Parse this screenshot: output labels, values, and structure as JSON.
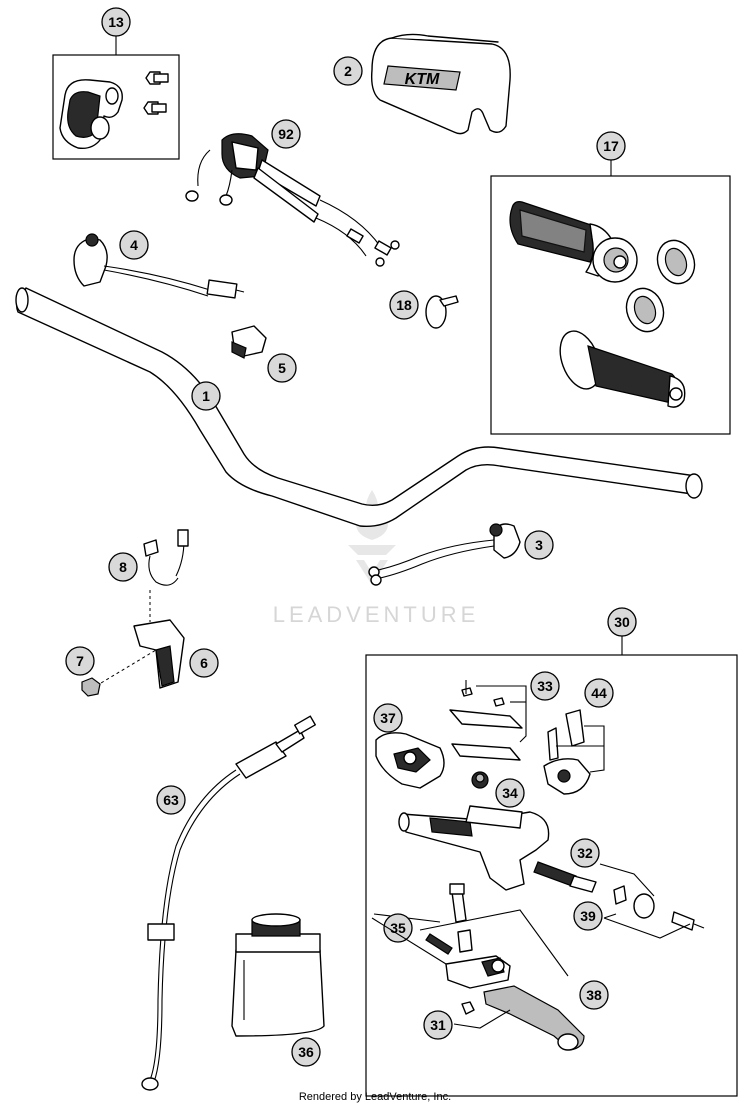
{
  "watermark": {
    "text": "LEADVENTURE"
  },
  "footer": {
    "text": "Rendered by LeadVenture, Inc."
  },
  "callouts": {
    "c1": "1",
    "c2": "2",
    "c3": "3",
    "c4": "4",
    "c5": "5",
    "c6": "6",
    "c7": "7",
    "c8": "8",
    "c13": "13",
    "c17": "17",
    "c18": "18",
    "c30": "30",
    "c31": "31",
    "c32": "32",
    "c33": "33",
    "c34": "34",
    "c35": "35",
    "c36": "36",
    "c37": "37",
    "c38": "38",
    "c39": "39",
    "c44": "44",
    "c63": "63",
    "c92": "92"
  },
  "logo": {
    "text": "KTM"
  }
}
